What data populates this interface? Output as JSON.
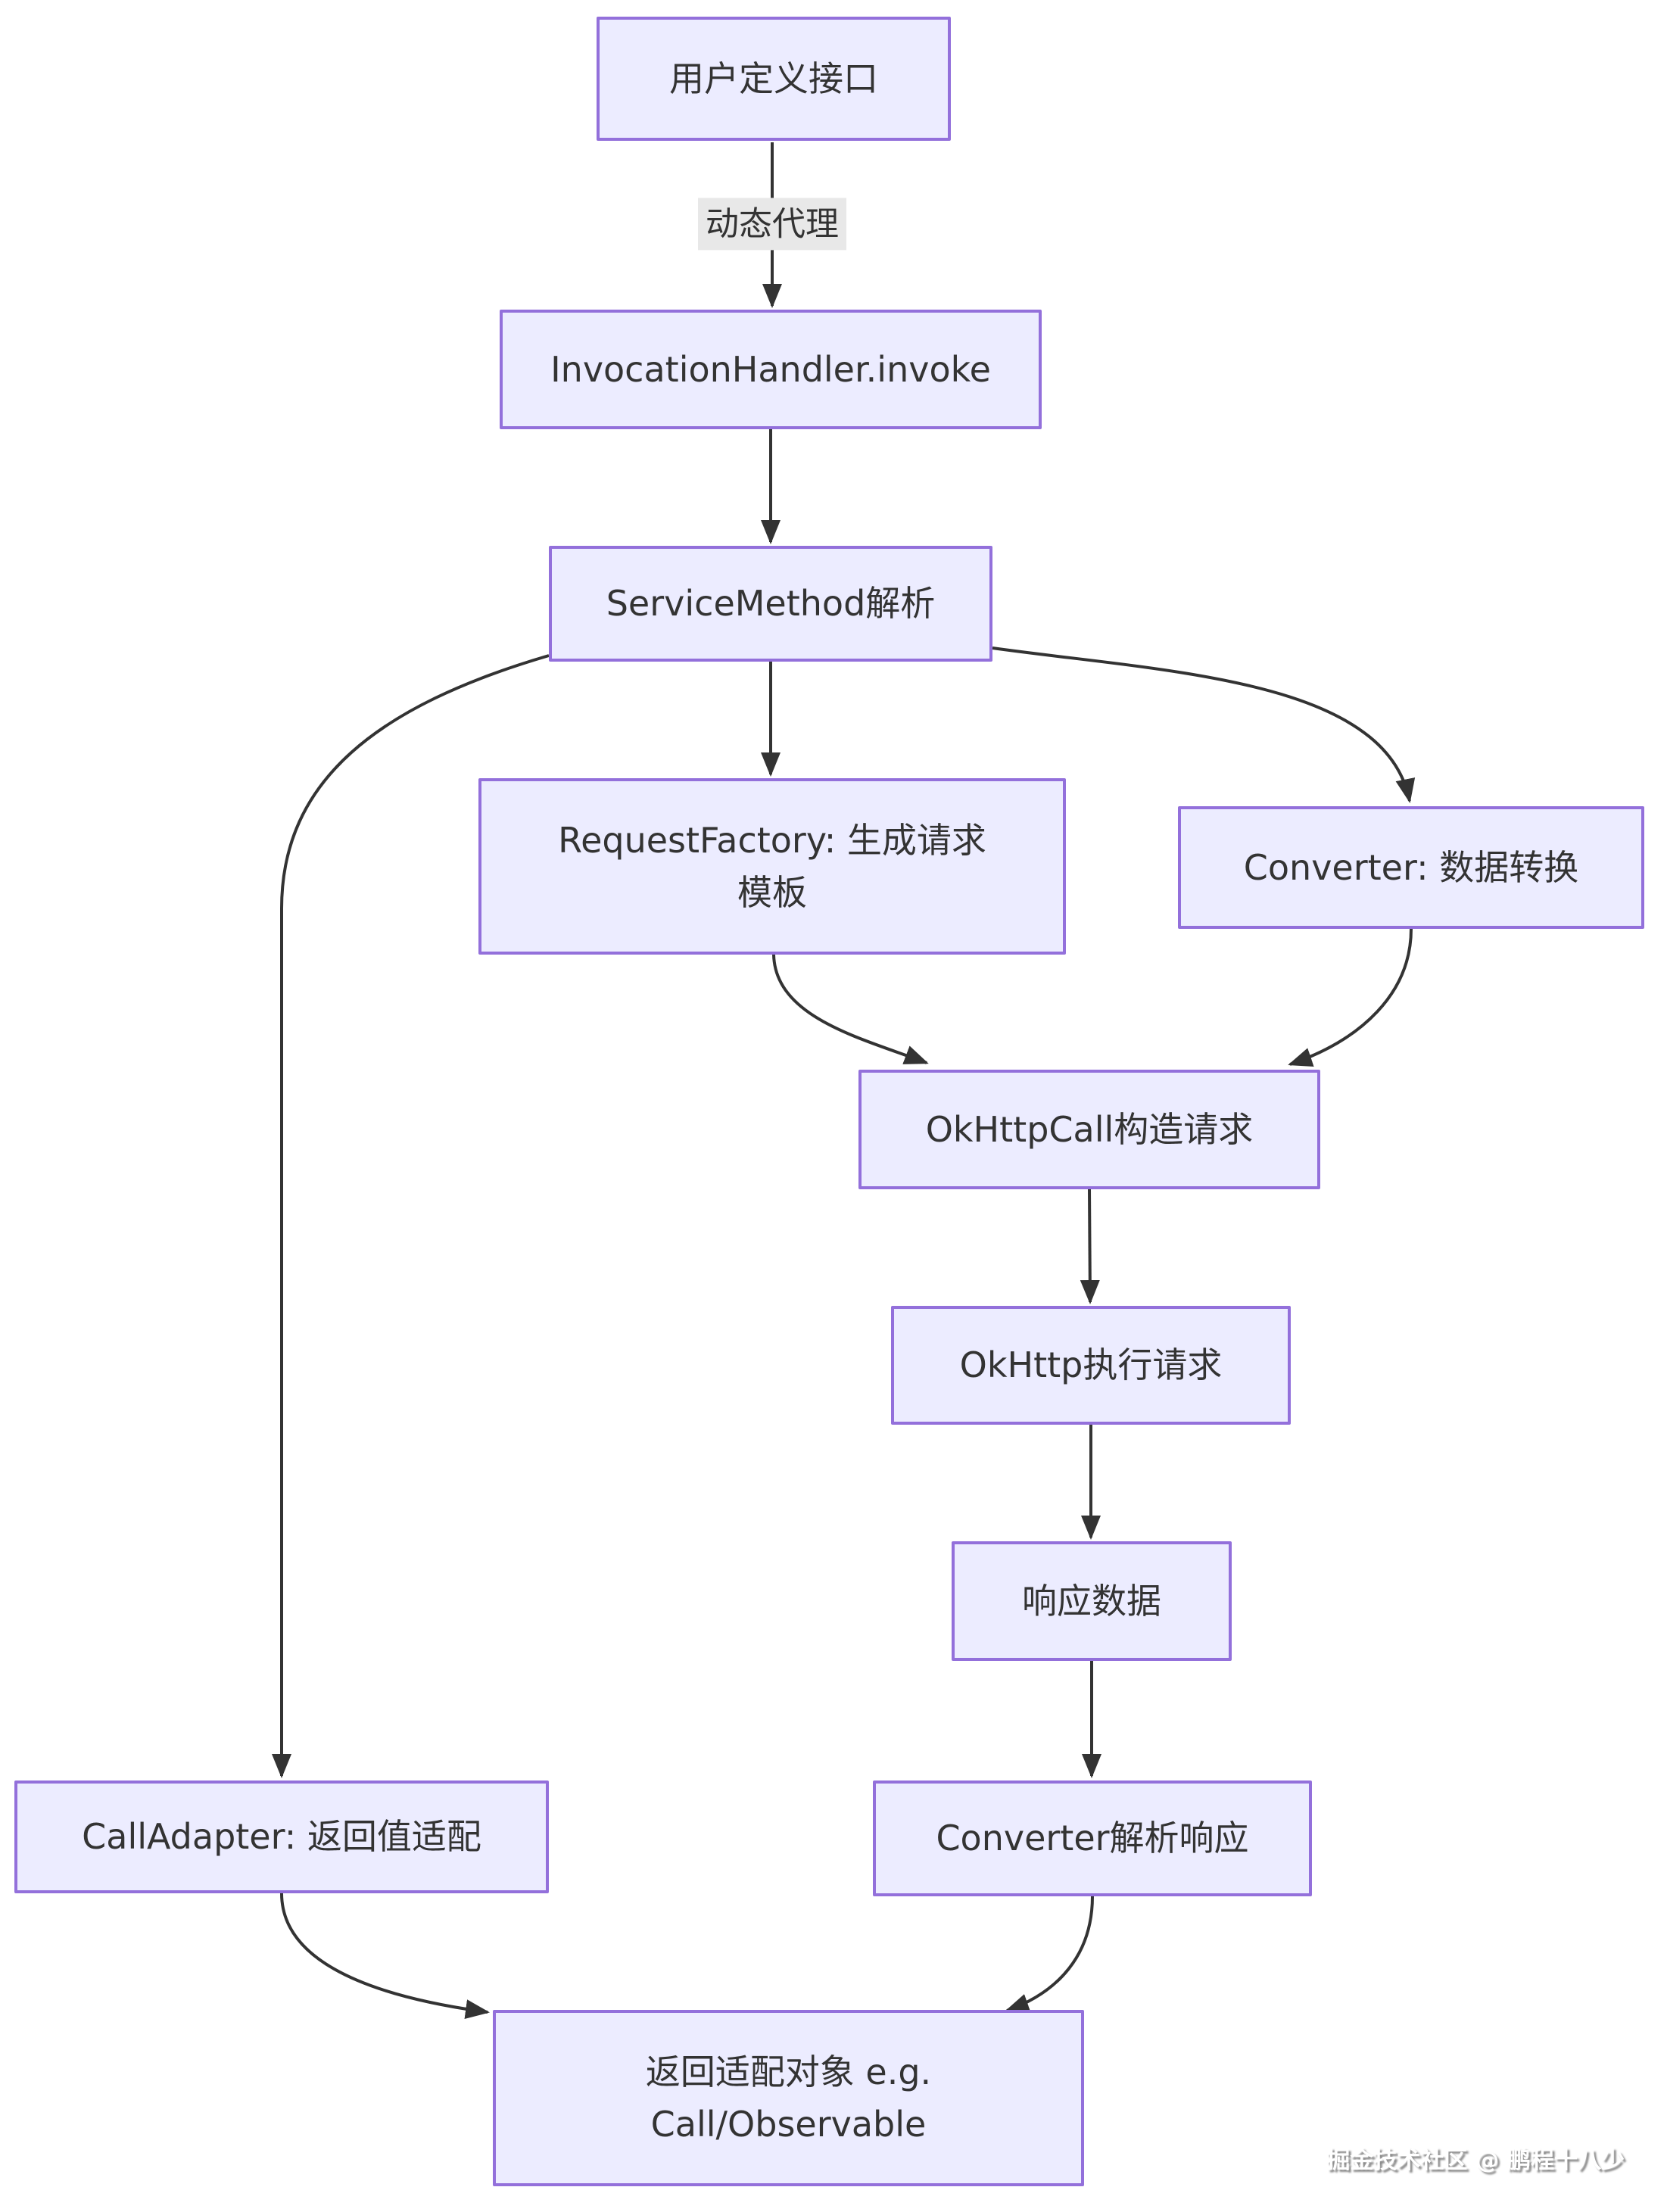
{
  "diagram_type": "flowchart",
  "colors": {
    "background": "#ffffff",
    "node_fill": "#ECECFF",
    "node_border": "#9370DB",
    "edge_stroke": "#333333",
    "node_text": "#333333",
    "edge_label_bg": "#e8e8e8",
    "watermark_text": "#ffffff"
  },
  "nodes": {
    "user": {
      "label": "用户定义接口"
    },
    "invocation_handler": {
      "label": "InvocationHandler.invoke"
    },
    "service_method": {
      "label": "ServiceMethod解析"
    },
    "request_factory": {
      "line1": "RequestFactory: 生成请求",
      "line2": "模板"
    },
    "converter": {
      "label": "Converter: 数据转换"
    },
    "okhttp_call": {
      "label": "OkHttpCall构造请求"
    },
    "okhttp_exec": {
      "label": "OkHttp执行请求"
    },
    "response_data": {
      "label": "响应数据"
    },
    "converter_parse": {
      "label": "Converter解析响应"
    },
    "call_adapter": {
      "label": "CallAdapter: 返回值适配"
    },
    "result": {
      "line1": "返回适配对象 e.g.",
      "line2": "Call/Observable"
    }
  },
  "edge_label": {
    "label": "动态代理"
  },
  "edges": [
    {
      "from": "user",
      "to": "invocation_handler",
      "label": "动态代理"
    },
    {
      "from": "invocation_handler",
      "to": "service_method",
      "label": ""
    },
    {
      "from": "service_method",
      "to": "request_factory",
      "label": ""
    },
    {
      "from": "service_method",
      "to": "converter",
      "label": ""
    },
    {
      "from": "service_method",
      "to": "call_adapter",
      "label": ""
    },
    {
      "from": "request_factory",
      "to": "okhttp_call",
      "label": ""
    },
    {
      "from": "converter",
      "to": "okhttp_call",
      "label": ""
    },
    {
      "from": "okhttp_call",
      "to": "okhttp_exec",
      "label": ""
    },
    {
      "from": "okhttp_exec",
      "to": "response_data",
      "label": ""
    },
    {
      "from": "response_data",
      "to": "converter_parse",
      "label": ""
    },
    {
      "from": "converter_parse",
      "to": "result",
      "label": ""
    },
    {
      "from": "call_adapter",
      "to": "result",
      "label": ""
    }
  ],
  "watermark": {
    "label": "掘金技术社区 @ 鹏程十八少"
  }
}
